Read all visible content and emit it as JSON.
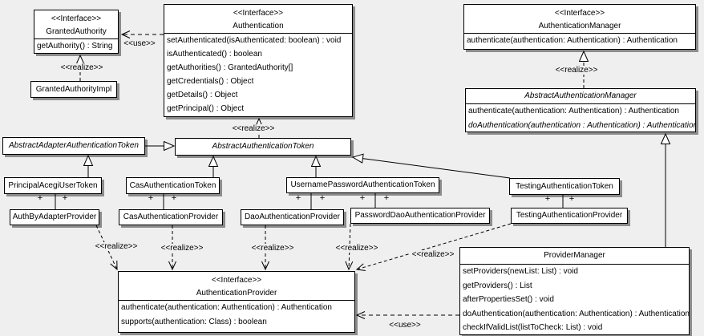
{
  "colors": {
    "background": "#efefef",
    "box_fill": "#ffffff",
    "line": "#000000",
    "shadow": "#8c8c8c"
  },
  "labels": {
    "use": "<<use>>",
    "realize": "<<realize>>",
    "plus": "+"
  },
  "classes": {
    "granted_authority": {
      "stereotype": "<<Interface>>",
      "name": "GrantedAuthority",
      "methods": [
        "getAuthority() : String"
      ]
    },
    "granted_authority_impl": {
      "name": "GrantedAuthorityImpl"
    },
    "authentication": {
      "stereotype": "<<Interface>>",
      "name": "Authentication",
      "methods": [
        "setAuthenticated(isAuthenticated: boolean) : void",
        "isAuthenticated() : boolean",
        "getAuthorities() : GrantedAuthority[]",
        "getCredentials() : Object",
        "getDetails() : Object",
        "getPrincipal() : Object"
      ]
    },
    "authentication_manager": {
      "stereotype": "<<Interface>>",
      "name": "AuthenticationManager",
      "methods": [
        "authenticate(authentication: Authentication) : Authentication"
      ]
    },
    "abstract_authentication_manager": {
      "name": "AbstractAuthenticationManager",
      "methods": [
        "authenticate(authentication: Authentication) : Authentication",
        "doAuthentication(authentication : Authentication) : Authentication"
      ]
    },
    "abstract_adapter_authentication_token": {
      "name": "AbstractAdapterAuthenticationToken"
    },
    "abstract_authentication_token": {
      "name": "AbstractAuthenticationToken"
    },
    "principal_acegi_user_token": {
      "name": "PrincipalAcegiUserToken"
    },
    "cas_authentication_token": {
      "name": "CasAuthenticationToken"
    },
    "username_password_authentication_token": {
      "name": "UsernamePasswordAuthenticationToken"
    },
    "testing_authentication_token": {
      "name": "TestingAuthenticationToken"
    },
    "auth_by_adapter_provider": {
      "name": "AuthByAdapterProvider"
    },
    "cas_authentication_provider": {
      "name": "CasAuthenticationProvider"
    },
    "dao_authentication_provider": {
      "name": "DaoAuthenticationProvider"
    },
    "password_dao_authentication_provider": {
      "name": "PasswordDaoAuthenticationProvider"
    },
    "testing_authentication_provider": {
      "name": "TestingAuthenticationProvider"
    },
    "authentication_provider": {
      "stereotype": "<<Interface>>",
      "name": "AuthenticationProvider",
      "methods": [
        "authenticate(authentication: Authentication) : Authentication",
        "supports(authentication: Class) : boolean"
      ]
    },
    "provider_manager": {
      "name": "ProviderManager",
      "methods": [
        "setProviders(newList: List) : void",
        "getProviders() : List",
        "afterPropertiesSet() : void",
        "doAuthentication(authentication: Authentication) : Authentication",
        "checkIfValidList(listToCheck: List) : void"
      ]
    }
  }
}
